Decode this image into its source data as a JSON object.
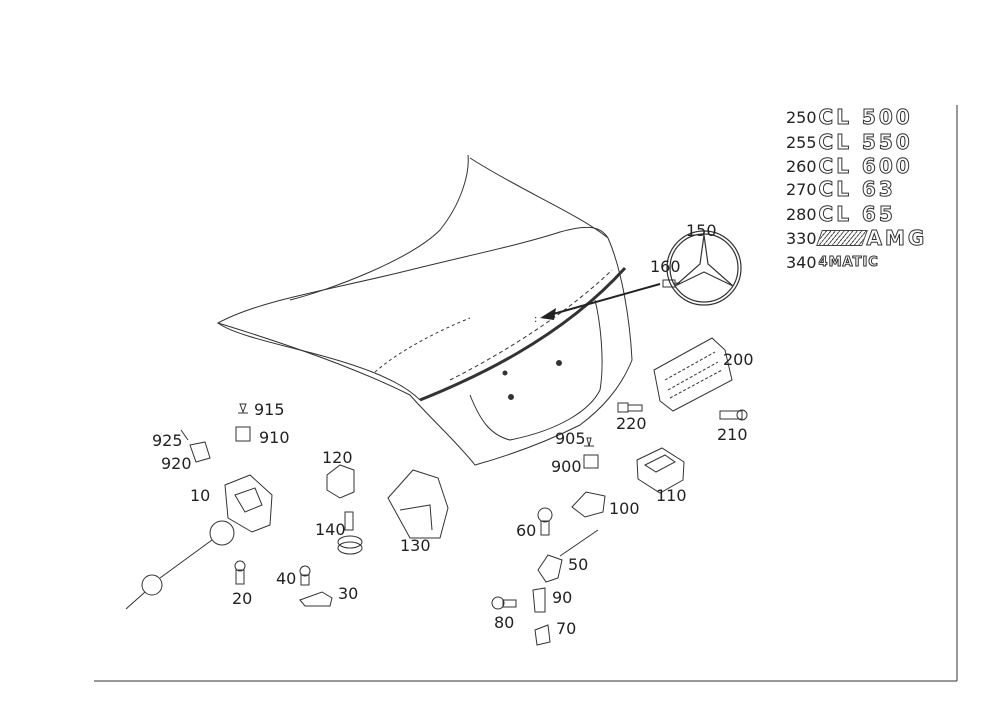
{
  "badges": [
    {
      "num": "250",
      "text": "CL 500"
    },
    {
      "num": "255",
      "text": "CL 550"
    },
    {
      "num": "260",
      "text": "CL 600"
    },
    {
      "num": "270",
      "text": "CL 63"
    },
    {
      "num": "280",
      "text": "CL 65"
    },
    {
      "num": "330",
      "text": "AMG"
    },
    {
      "num": "340",
      "text": "4MATIC"
    }
  ],
  "labels": {
    "p150": "150",
    "p160": "160",
    "p200": "200",
    "p210": "210",
    "p220": "220",
    "p915": "915",
    "p910": "910",
    "p925": "925",
    "p920": "920",
    "p10": "10",
    "p120": "120",
    "p140": "140",
    "p130": "130",
    "p20": "20",
    "p40": "40",
    "p30": "30",
    "p905": "905",
    "p900": "900",
    "p100": "100",
    "p110": "110",
    "p60": "60",
    "p50": "50",
    "p90": "90",
    "p80": "80",
    "p70": "70"
  }
}
